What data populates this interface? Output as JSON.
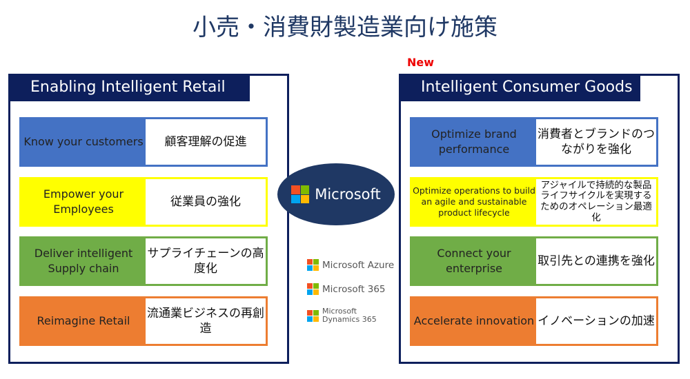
{
  "title": "小売・消費財製造業向け施策",
  "new_badge": "New",
  "left": {
    "header": "Enabling Intelligent Retail",
    "rows": [
      {
        "en": "Know your customers",
        "ja": "顧客理解の促進",
        "color": "#4472c4"
      },
      {
        "en": "Empower your Employees",
        "ja": "従業員の強化",
        "color": "#ffff00"
      },
      {
        "en": "Deliver intelligent Supply chain",
        "ja": "サプライチェーンの高度化",
        "color": "#70ad47"
      },
      {
        "en": "Reimagine Retail",
        "ja": "流通業ビジネスの再創造",
        "color": "#ed7d31"
      }
    ]
  },
  "right": {
    "header": "Intelligent Consumer Goods",
    "rows": [
      {
        "en": "Optimize brand performance",
        "ja": "消費者とブランドのつながりを強化",
        "color": "#4472c4"
      },
      {
        "en": "Optimize operations to build an agile and sustainable product lifecycle",
        "ja": "アジャイルで持続的な製品ライフサイクルを実現するためのオペレーション最適化",
        "color": "#ffff00"
      },
      {
        "en": "Connect your enterprise",
        "ja": "取引先との連携を強化",
        "color": "#70ad47"
      },
      {
        "en": "Accelerate innovation",
        "ja": "イノベーションの加速",
        "color": "#ed7d31"
      }
    ]
  },
  "center": {
    "brand": "Microsoft",
    "products": [
      "Microsoft Azure",
      "Microsoft 365",
      "Microsoft Dynamics 365"
    ]
  },
  "colors": {
    "navy": "#0d1f5c",
    "ms": [
      "#f25022",
      "#7fba00",
      "#00a4ef",
      "#ffb900"
    ]
  }
}
